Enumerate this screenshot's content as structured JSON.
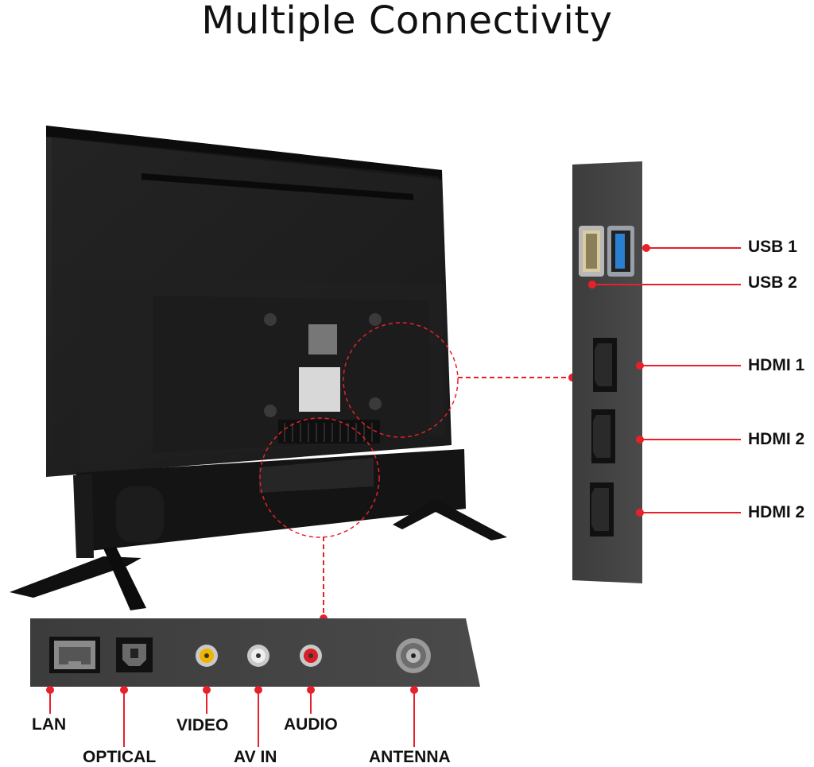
{
  "title": "Multiple Connectivity",
  "accent_color": "#e8202a",
  "side_ports": [
    {
      "label": "USB 1",
      "icon": "usb-port-icon"
    },
    {
      "label": "USB 2",
      "icon": "usb-port-icon"
    },
    {
      "label": "HDMI 1",
      "icon": "hdmi-port-icon"
    },
    {
      "label": "HDMI 2",
      "icon": "hdmi-port-icon"
    },
    {
      "label": "HDMI 2",
      "icon": "hdmi-port-icon"
    }
  ],
  "bottom_ports": [
    {
      "label": "LAN",
      "icon": "lan-port-icon"
    },
    {
      "label": "OPTICAL",
      "icon": "optical-port-icon"
    },
    {
      "label": "VIDEO",
      "icon": "rca-yellow-icon"
    },
    {
      "label": "AV IN",
      "icon": "rca-white-icon"
    },
    {
      "label": "AUDIO",
      "icon": "rca-red-icon"
    },
    {
      "label": "ANTENNA",
      "icon": "coax-antenna-icon"
    }
  ]
}
